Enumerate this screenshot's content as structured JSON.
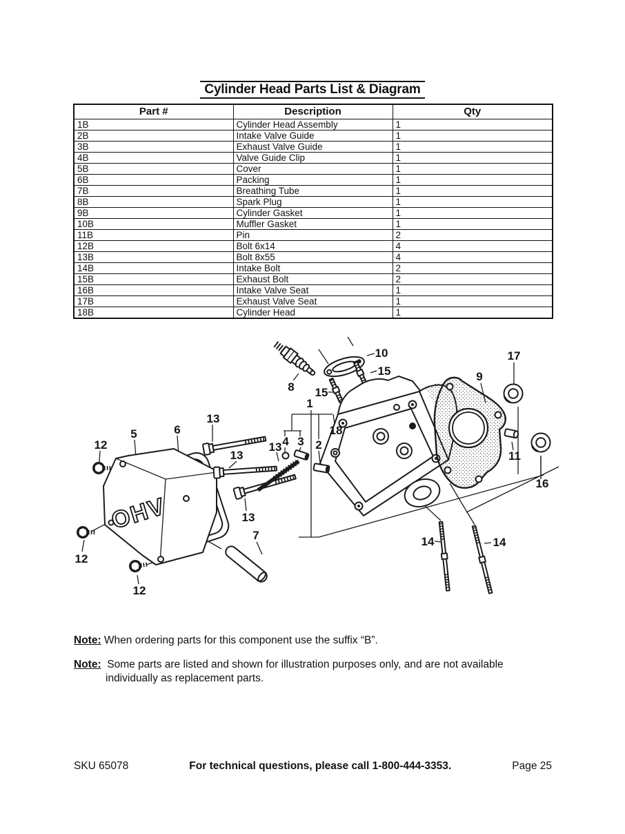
{
  "page": {
    "title": "Cylinder Head Parts List & Diagram",
    "notes": [
      {
        "label": "Note:",
        "text": "When ordering parts for this component use the suffix “B”."
      },
      {
        "label": "Note:",
        "text": "Some parts are listed and shown for illustration purposes only, and are not available individually as replacement parts."
      }
    ],
    "footer": {
      "sku": "SKU 65078",
      "support": "For technical questions, please call 1-800-444-3353.",
      "page": "Page 25"
    }
  },
  "table": {
    "headers": [
      "Part #",
      "Description",
      "Qty"
    ],
    "rows": [
      [
        "1B",
        "Cylinder Head Assembly",
        "1"
      ],
      [
        "2B",
        "Intake Valve Guide",
        "1"
      ],
      [
        "3B",
        "Exhaust Valve Guide",
        "1"
      ],
      [
        "4B",
        "Valve Guide Clip",
        "1"
      ],
      [
        "5B",
        "Cover",
        "1"
      ],
      [
        "6B",
        "Packing",
        "1"
      ],
      [
        "7B",
        "Breathing Tube",
        "1"
      ],
      [
        "8B",
        "Spark Plug",
        "1"
      ],
      [
        "9B",
        "Cylinder Gasket",
        "1"
      ],
      [
        "10B",
        "Muffler Gasket",
        "1"
      ],
      [
        "11B",
        "Pin",
        "2"
      ],
      [
        "12B",
        "Bolt 6x14",
        "4"
      ],
      [
        "13B",
        "Bolt 8x55",
        "4"
      ],
      [
        "14B",
        "Intake Bolt",
        "2"
      ],
      [
        "15B",
        "Exhaust Bolt",
        "2"
      ],
      [
        "16B",
        "Intake Valve Seat",
        "1"
      ],
      [
        "17B",
        "Exhaust Valve Seat",
        "1"
      ],
      [
        "18B",
        "Cylinder Head",
        "1"
      ]
    ]
  },
  "diagram": {
    "cover_text": "OHV",
    "callouts": [
      "10",
      "15",
      "17",
      "8",
      "15",
      "9",
      "1",
      "13",
      "6",
      "5",
      "12",
      "13",
      "4",
      "3",
      "2",
      "18",
      "13",
      "11",
      "16",
      "13",
      "7",
      "14",
      "14",
      "12",
      "12"
    ]
  }
}
